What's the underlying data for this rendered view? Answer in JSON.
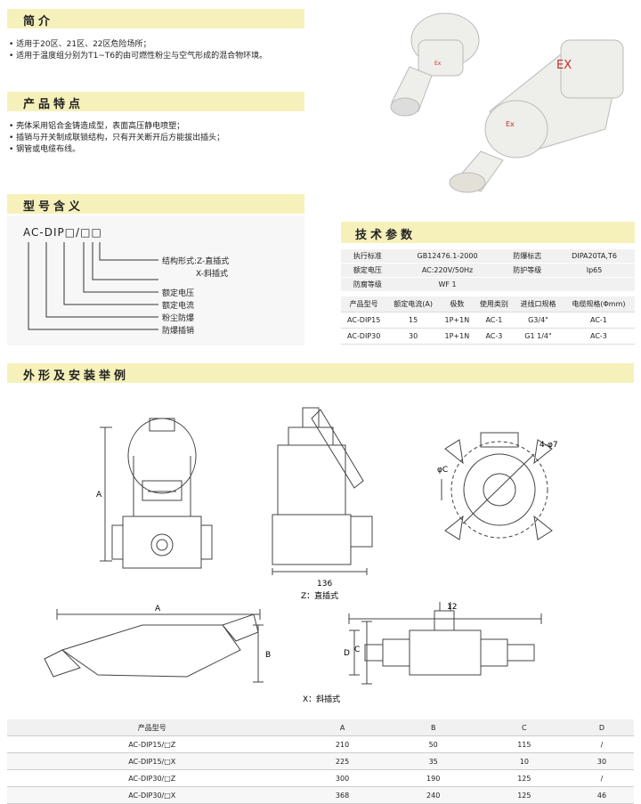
{
  "sections": {
    "intro": "简介",
    "features": "产品特点",
    "model": "型号含义",
    "tech": "技术参数",
    "install": "外形及安装举例"
  },
  "intro_bullets": [
    "适用于20区、21区、22区危险场所；",
    "适用于温度组分别为T1~T6的由可燃性粉尘与空气形成的混合物环境。"
  ],
  "feature_bullets": [
    "壳体采用铝合金铸造成型，表面高压静电喷塑；",
    "插销与开关制成联锁结构，只有开关断开后方能拔出插头；",
    "钢管或电缆布线。"
  ],
  "model_code": {
    "code": "AC-DIP□/□□",
    "labels": [
      "结构形式:Z-直插式",
      "X-斜插式",
      "额定电压",
      "额定电流",
      "粉尘防爆",
      "防爆插销"
    ]
  },
  "tech_params": {
    "rows": [
      [
        "执行标准",
        "GB12476.1-2000",
        "防爆标志",
        "DIPA20TA,T6"
      ],
      [
        "额定电压",
        "AC:220V/50Hz",
        "防护等级",
        "Ip65"
      ],
      [
        "防腐等级",
        "WF 1",
        "",
        ""
      ]
    ],
    "headers": [
      "产品型号",
      "额定电流(A)",
      "极数",
      "使用类别",
      "进线口规格",
      "电缆规格(Φmm)"
    ],
    "models": [
      [
        "AC-DIP15",
        "15",
        "1P+1N",
        "AC-1",
        "G3/4\"",
        "AC-1"
      ],
      [
        "AC-DIP30",
        "30",
        "1P+1N",
        "AC-3",
        "G1 1/4\"",
        "AC-3"
      ]
    ]
  },
  "product_photo_marks": {
    "ex_mark": "EX",
    "small_ex": "Ex"
  },
  "drawing_labels": {
    "A": "A",
    "B": "B",
    "C": "C",
    "D": "D",
    "dim136": "136",
    "dim12": "12",
    "phiC": "φC",
    "holes": "4-φ7",
    "straight_caption": "Z：直插式",
    "oblique_caption": "X：斜插式"
  },
  "dimension_table": {
    "headers": [
      "产品型号",
      "A",
      "B",
      "C",
      "D"
    ],
    "rows": [
      [
        "AC-DIP15/□Z",
        "210",
        "50",
        "115",
        "/"
      ],
      [
        "AC-DIP15/□X",
        "225",
        "35",
        "10",
        "30"
      ],
      [
        "AC-DIP30/□Z",
        "300",
        "190",
        "125",
        "/"
      ],
      [
        "AC-DIP30/□X",
        "368",
        "240",
        "125",
        "46"
      ]
    ]
  }
}
